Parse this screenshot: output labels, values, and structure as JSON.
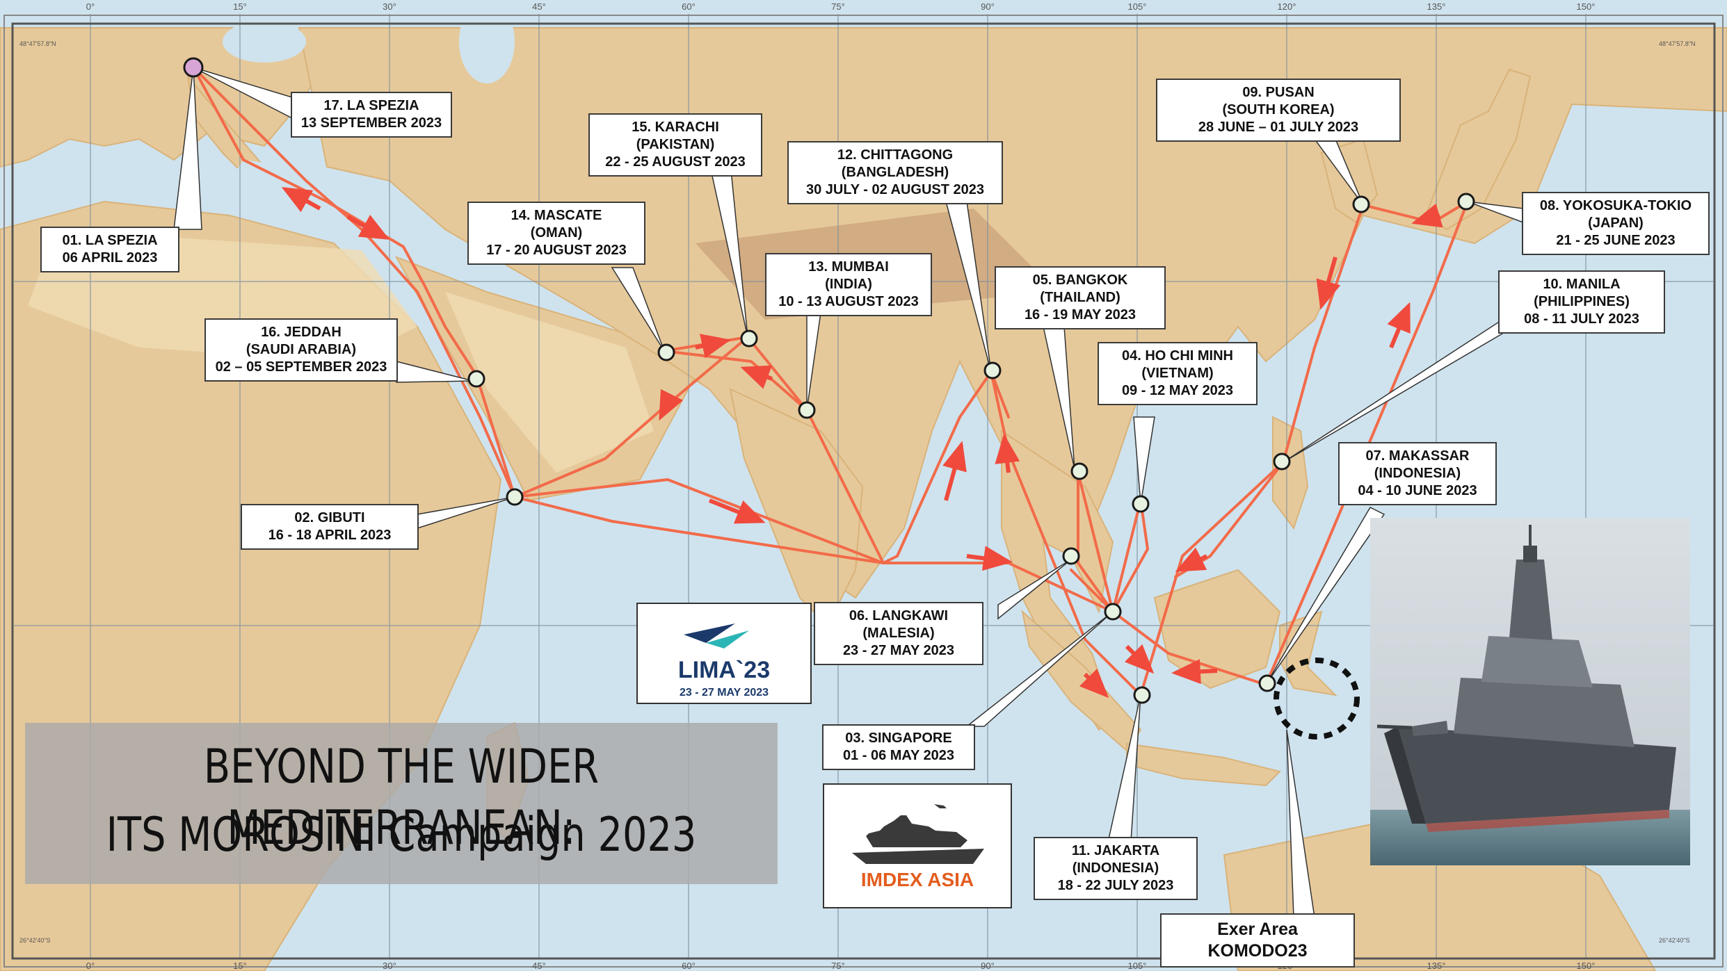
{
  "title": {
    "line1": "BEYOND THE WIDER MEDITERRANEAN:",
    "line2": "ITS MOROSINI Campaign 2023"
  },
  "logos": {
    "lima": {
      "name": "LIMA`23",
      "dates": "23 - 27 MAY 2023"
    },
    "imdex": {
      "name": "IMDEX ASIA"
    }
  },
  "map": {
    "longitude_ticks": [
      "0°",
      "15°",
      "30°",
      "45°",
      "60°",
      "75°",
      "90°",
      "105°",
      "120°",
      "135°",
      "150°"
    ],
    "corner_coordinates": [
      "48°47'57.8\"N",
      "48°47'57.8\"N",
      "26°42'40\"S",
      "26°42'40\"S"
    ]
  },
  "callouts": {
    "c01": {
      "lines": [
        "01. LA SPEZIA",
        "06 APRIL 2023"
      ]
    },
    "c02": {
      "lines": [
        "02. GIBUTI",
        "16 - 18 APRIL 2023"
      ]
    },
    "c03": {
      "lines": [
        "03. SINGAPORE",
        "01 - 06 MAY 2023"
      ]
    },
    "c04": {
      "lines": [
        "04. HO CHI MINH",
        "(VIETNAM)",
        "09 - 12 MAY 2023"
      ]
    },
    "c05": {
      "lines": [
        "05. BANGKOK",
        "(THAILAND)",
        "16 - 19 MAY 2023"
      ]
    },
    "c06": {
      "lines": [
        "06. LANGKAWI",
        "(MALESIA)",
        "23 - 27 MAY 2023"
      ]
    },
    "c07": {
      "lines": [
        "07. MAKASSAR",
        "(INDONESIA)",
        "04 - 10 JUNE 2023"
      ]
    },
    "c08": {
      "lines": [
        "08. YOKOSUKA-TOKIO",
        "(JAPAN)",
        "21 - 25 JUNE 2023"
      ]
    },
    "c09": {
      "lines": [
        "09. PUSAN",
        "(SOUTH KOREA)",
        "28 JUNE – 01 JULY 2023"
      ]
    },
    "c10": {
      "lines": [
        "10. MANILA",
        "(PHILIPPINES)",
        "08 - 11 JULY 2023"
      ]
    },
    "c11": {
      "lines": [
        "11. JAKARTA",
        "(INDONESIA)",
        "18 - 22 JULY 2023"
      ]
    },
    "c12": {
      "lines": [
        "12. CHITTAGONG",
        "(BANGLADESH)",
        "30 JULY - 02 AUGUST 2023"
      ]
    },
    "c13": {
      "lines": [
        "13. MUMBAI",
        "(INDIA)",
        "10 - 13 AUGUST 2023"
      ]
    },
    "c14": {
      "lines": [
        "14. MASCATE",
        "(OMAN)",
        "17 - 20 AUGUST 2023"
      ]
    },
    "c15": {
      "lines": [
        "15. KARACHI",
        "(PAKISTAN)",
        "22 - 25 AUGUST 2023"
      ]
    },
    "c16": {
      "lines": [
        "16. JEDDAH",
        "(SAUDI ARABIA)",
        "02 – 05 SEPTEMBER 2023"
      ]
    },
    "c17": {
      "lines": [
        "17. LA SPEZIA",
        "13 SEPTEMBER 2023"
      ]
    },
    "exer": {
      "lines": [
        "Exer Area",
        "KOMODO23"
      ]
    }
  },
  "colors": {
    "route": "#f26b4a",
    "marker_fill": "#e8f2e0",
    "start_marker_fill": "#d7a6d6",
    "land": "#e6c99a",
    "sea": "#cfe3ee"
  }
}
